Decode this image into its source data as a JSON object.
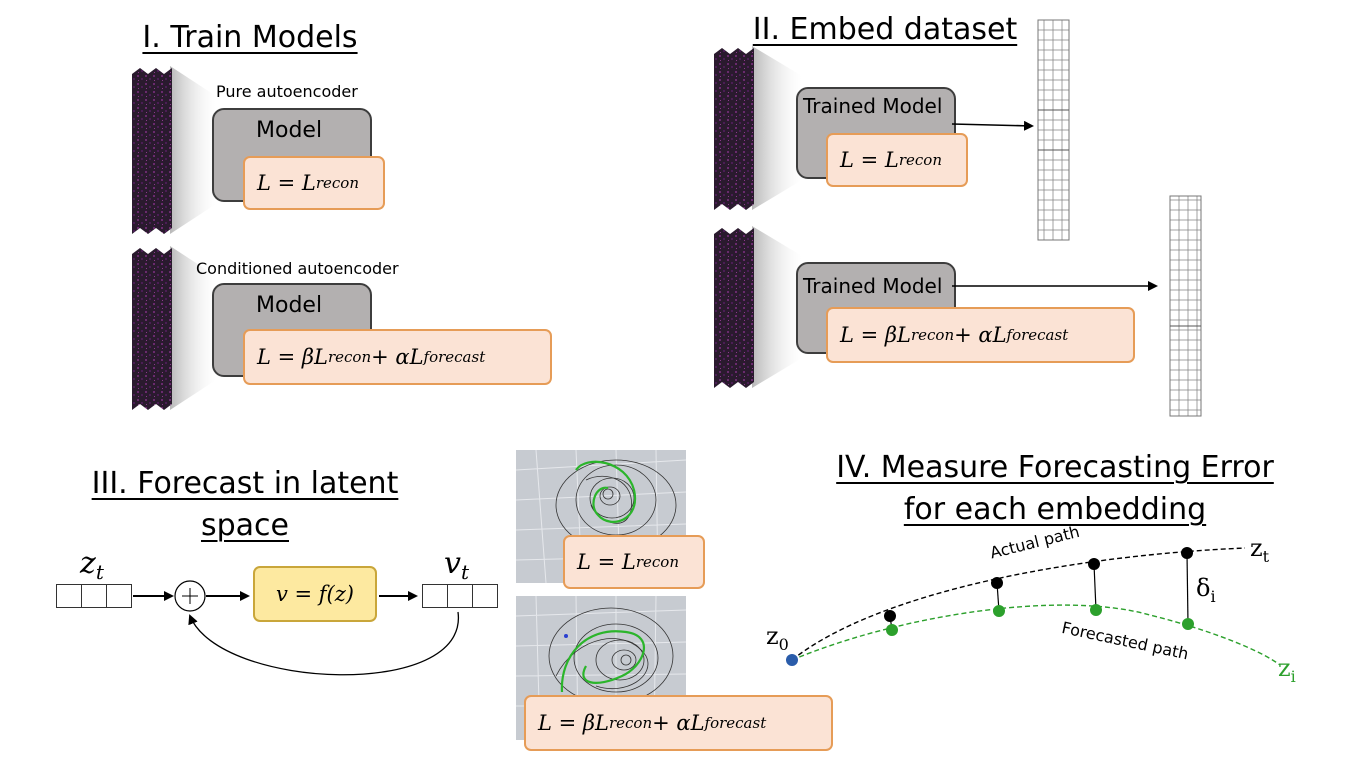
{
  "sections": {
    "train": {
      "title": "I. Train Models",
      "caption_top": "Pure autoencoder",
      "caption_bottom": "Conditioned autoencoder",
      "model_label": "Model"
    },
    "embed": {
      "title": "II. Embed dataset",
      "model_label": "Trained Model"
    },
    "forecast": {
      "title_line1": "III. Forecast in latent",
      "title_line2": "space",
      "z_var": "z",
      "z_sub": "t",
      "v_var": "v",
      "v_sub": "t",
      "f_formula": "v = f(z)",
      "plus": "+"
    },
    "measure": {
      "title_line1": "IV. Measure Forecasting Error",
      "title_line2": "for each embedding",
      "actual_label": "Actual path",
      "forecast_label": "Forecasted path",
      "z0": "z",
      "z0_sub": "0",
      "zt": "z",
      "zt_sub": "t",
      "zi": "z",
      "zi_sub": "i",
      "delta": "δ",
      "delta_sub": "i"
    }
  },
  "loss": {
    "recon": {
      "lhs": "L = L",
      "sub": "recon"
    },
    "combined": {
      "lhs": "L = βL",
      "sub1": "recon",
      "mid": " + αL",
      "sub2": "forecast"
    }
  },
  "colors": {
    "model_fill": "#b3b0b0",
    "loss_fill": "#fbe3d5",
    "loss_border": "#e69c57",
    "f_fill": "#fde9a0",
    "forecast_green": "#2ca02c",
    "start_blue": "#2a5caa"
  }
}
